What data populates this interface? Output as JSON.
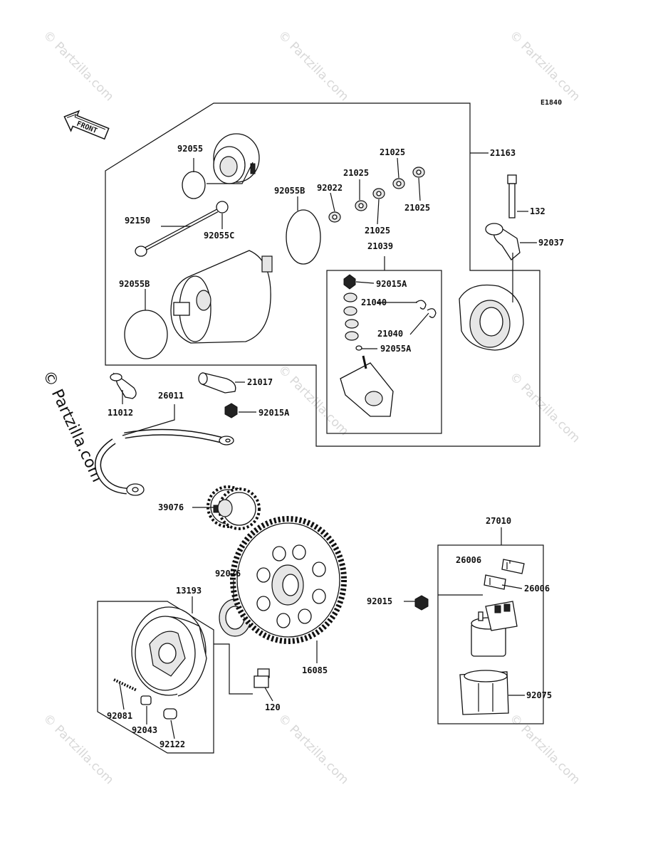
{
  "diagram_code": "E1840",
  "front_label": "FRONT",
  "watermark": "© Partzilla.com",
  "side_watermark": "© Partzilla.com",
  "parts": {
    "p21163": "21163",
    "p132": "132",
    "p92037": "92037",
    "p92055": "92055",
    "p92055C": "92055C",
    "p92150": "92150",
    "p92055B_top": "92055B",
    "p92055B_left": "92055B",
    "p92022": "92022",
    "p21025_a": "21025",
    "p21025_b": "21025",
    "p21025_c": "21025",
    "p21025_d": "21025",
    "p21039": "21039",
    "p92015A_top": "92015A",
    "p21040_a": "21040",
    "p21040_b": "21040",
    "p92055A": "92055A",
    "p21017": "21017",
    "p11012": "11012",
    "p26011": "26011",
    "p92015A_mid": "92015A",
    "p39076": "39076",
    "p92026": "92026",
    "p13193": "13193",
    "p16085": "16085",
    "p120": "120",
    "p92081": "92081",
    "p92043": "92043",
    "p92122": "92122",
    "p27010": "27010",
    "p26006_a": "26006",
    "p26006_b": "26006",
    "p92015": "92015",
    "p92075": "92075"
  }
}
